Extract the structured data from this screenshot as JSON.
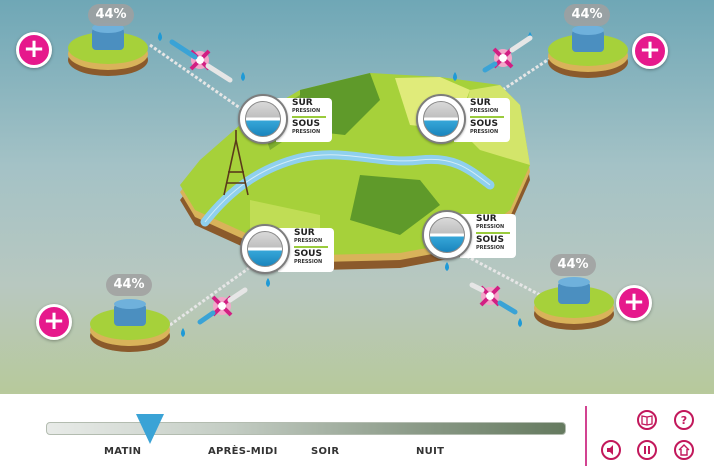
{
  "reservoirs": [
    {
      "id": "top-left",
      "percent": "44%"
    },
    {
      "id": "top-right",
      "percent": "44%"
    },
    {
      "id": "bottom-left",
      "percent": "44%"
    },
    {
      "id": "bottom-right",
      "percent": "44%"
    }
  ],
  "add_buttons": {
    "symbol": "+"
  },
  "gauges": {
    "over_label": "SUR",
    "over_sub": "PRESSION",
    "under_label": "SOUS",
    "under_sub": "PRESSION"
  },
  "timeline": {
    "labels": [
      "MATIN",
      "APRÈS-MIDI",
      "SOIR",
      "NUIT"
    ],
    "cursor_position": 0.2
  },
  "controls": {
    "book": "book-icon",
    "help": "?",
    "sound": "speaker-icon",
    "pause": "pause-icon",
    "home": "home-icon"
  },
  "colors": {
    "accent": "#e6198c",
    "water": "#3aa3d6",
    "land": "#a6d13a"
  }
}
